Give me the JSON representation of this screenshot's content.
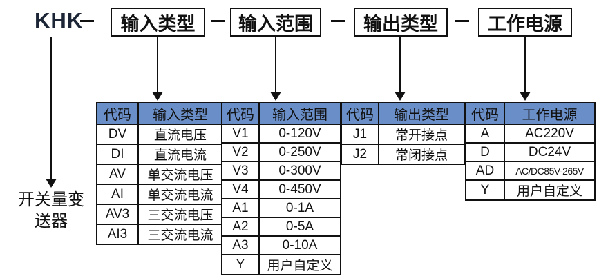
{
  "product": {
    "prefix": "KHK",
    "description_line1": "开关量变",
    "description_line2": "送器"
  },
  "segments": [
    {
      "label": "输入类型"
    },
    {
      "label": "输入范围"
    },
    {
      "label": "输出类型"
    },
    {
      "label": "工作电源"
    }
  ],
  "colors": {
    "table_header_blue": "#6a8ec7",
    "line_black": "#111111"
  },
  "icons": {
    "down_arrow": "▼",
    "dash_separator": "—"
  },
  "tables": [
    {
      "headers": [
        "代码",
        "输入类型"
      ],
      "rows": [
        [
          "DV",
          "直流电压"
        ],
        [
          "DI",
          "直流电流"
        ],
        [
          "AV",
          "单交流电压"
        ],
        [
          "AI",
          "单交流电流"
        ],
        [
          "AV3",
          "三交流电压"
        ],
        [
          "AI3",
          "三交流电流"
        ]
      ]
    },
    {
      "headers": [
        "代码",
        "输入范围"
      ],
      "rows": [
        [
          "V1",
          "0-120V"
        ],
        [
          "V2",
          "0-250V"
        ],
        [
          "V3",
          "0-300V"
        ],
        [
          "V4",
          "0-450V"
        ],
        [
          "A1",
          "0-1A"
        ],
        [
          "A2",
          "0-5A"
        ],
        [
          "A3",
          "0-10A"
        ],
        [
          "Y",
          "用户自定义"
        ]
      ]
    },
    {
      "headers": [
        "代码",
        "输出类型"
      ],
      "rows": [
        [
          "J1",
          "常开接点"
        ],
        [
          "J2",
          "常闭接点"
        ]
      ]
    },
    {
      "headers": [
        "代码",
        "工作电源"
      ],
      "rows": [
        [
          "A",
          "AC220V"
        ],
        [
          "D",
          "DC24V"
        ],
        [
          "AD",
          "AC/DC85V-265V"
        ],
        [
          "Y",
          "用户自定义"
        ]
      ]
    }
  ]
}
